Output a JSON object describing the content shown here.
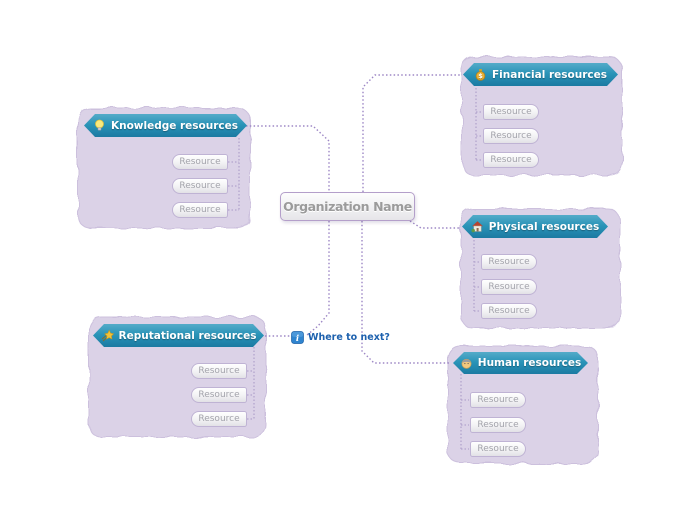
{
  "center": {
    "label": "Organization Name"
  },
  "floating": {
    "label": "Where to next?",
    "icon": "info-icon"
  },
  "branches": [
    {
      "id": "knowledge",
      "label": "Knowledge resources",
      "icon": "lightbulb-icon",
      "side": "left",
      "resources": [
        "Resource",
        "Resource",
        "Resource"
      ]
    },
    {
      "id": "financial",
      "label": "Financial resources",
      "icon": "money-bag-icon",
      "side": "right",
      "resources": [
        "Resource",
        "Resource",
        "Resource"
      ]
    },
    {
      "id": "physical",
      "label": "Physical resources",
      "icon": "house-icon",
      "side": "right",
      "resources": [
        "Resource",
        "Resource",
        "Resource"
      ]
    },
    {
      "id": "reputational",
      "label": "Reputational resources",
      "icon": "shooting-star-icon",
      "side": "left",
      "resources": [
        "Resource",
        "Resource",
        "Resource"
      ]
    },
    {
      "id": "human",
      "label": "Human resources",
      "icon": "person-icon",
      "side": "right",
      "resources": [
        "Resource",
        "Resource",
        "Resource"
      ]
    }
  ],
  "colors": {
    "banner-top": "#54abc9",
    "banner-bottom": "#1b7aa2",
    "cloud-fill": "#dbd2e7",
    "cloud-edge": "#ccc0dd",
    "connector": "#9d87c5",
    "pill-border": "#bfb3d4",
    "pill-text": "#a3a3ab",
    "center-text": "#9b9b9b",
    "floating-text": "#1d61ae",
    "info-blue": "#2f84cf"
  }
}
